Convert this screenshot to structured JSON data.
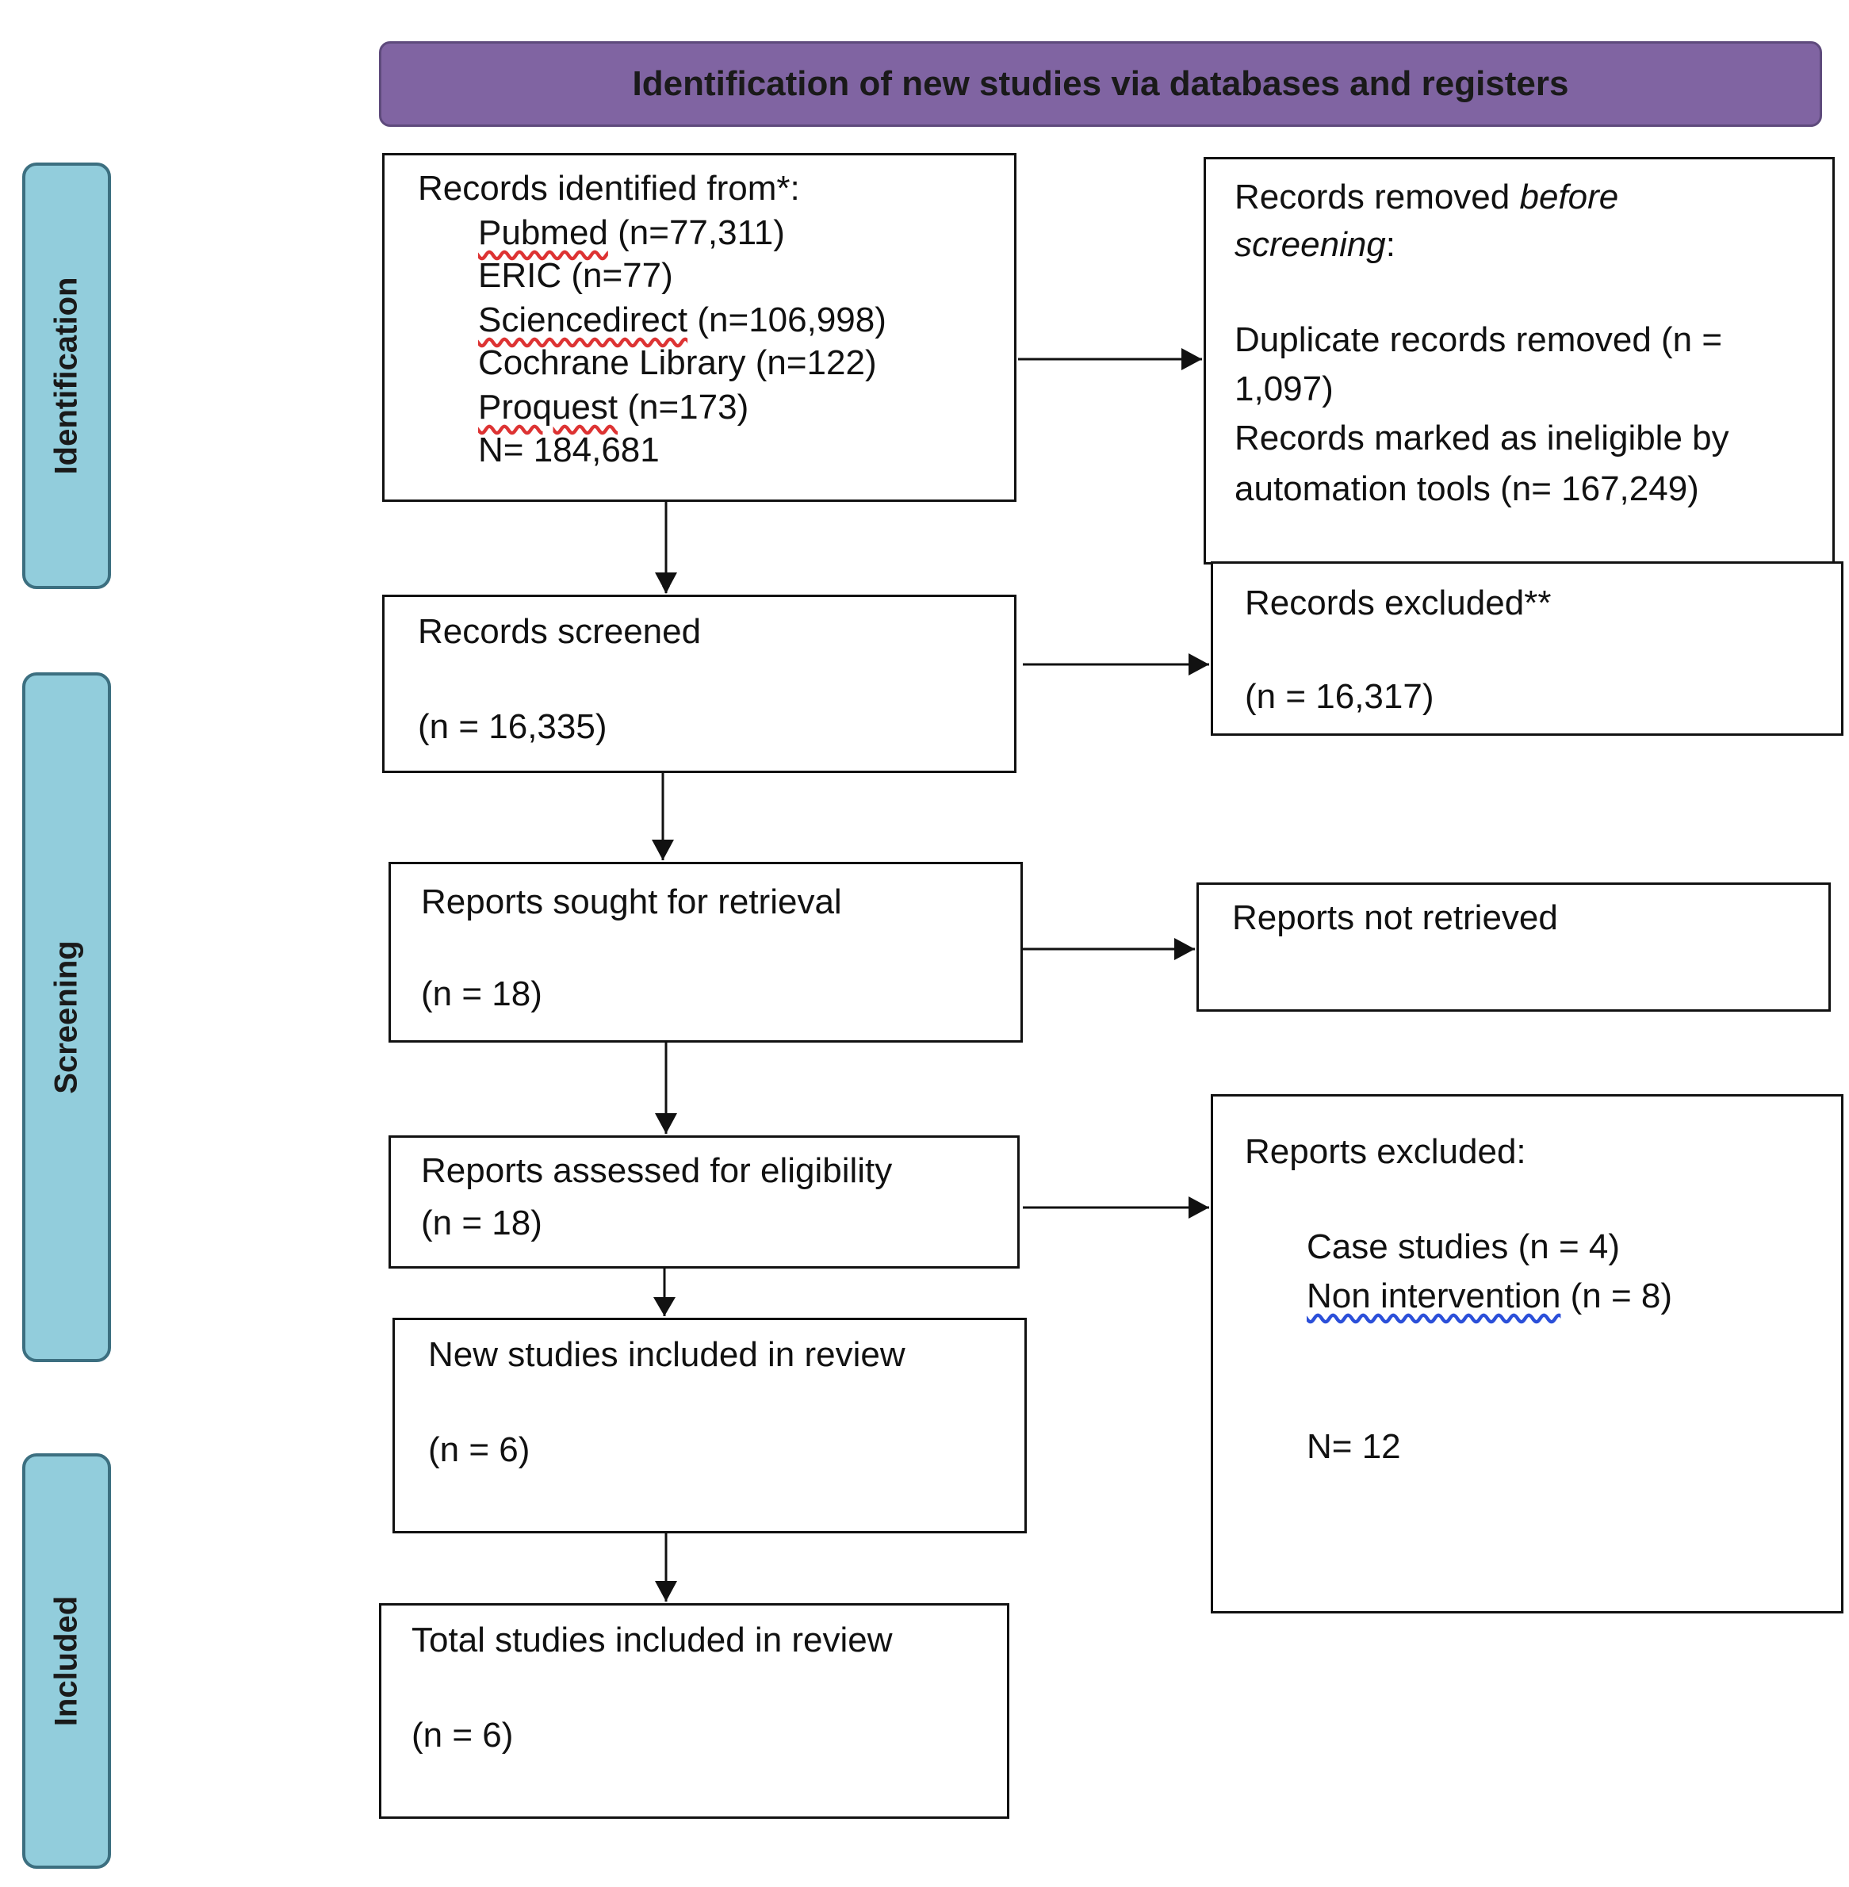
{
  "banner": "Identification of new studies via databases and registers",
  "phases": {
    "identification": "Identification",
    "screening": "Screening",
    "included": "Included"
  },
  "records_identified": {
    "heading": "Records identified from*:",
    "sources": [
      {
        "name": "Pubmed",
        "count": "(n=77,311)"
      },
      {
        "name": "ERIC",
        "count": "(n=77)"
      },
      {
        "name": "Sciencedirect",
        "count": "(n=106,998)"
      },
      {
        "name": "Cochrane Library",
        "count": "(n=122)"
      },
      {
        "name": "Proquest",
        "count": "(n=173)"
      }
    ],
    "total": "N= 184,681"
  },
  "records_removed": {
    "heading_a": "Records removed ",
    "heading_b": "before",
    "heading_c": "screening",
    "heading_d": ":",
    "duplicates_a": "Duplicate records removed (n =",
    "duplicates_b": "1,097)",
    "ineligible_a": "Records marked as ineligible by",
    "ineligible_b": "automation tools (n= 167,249)"
  },
  "records_screened": {
    "label": "Records screened",
    "count": "(n = 16,335)"
  },
  "records_excluded": {
    "label": "Records excluded**",
    "count": "(n = 16,317)"
  },
  "reports_sought": {
    "label": "Reports sought for retrieval",
    "count": "(n = 18)"
  },
  "reports_not_retrieved": {
    "label": "Reports not retrieved"
  },
  "reports_assessed": {
    "label": "Reports assessed for eligibility",
    "count": "(n = 18)"
  },
  "reports_excluded": {
    "label": "Reports excluded:",
    "reasons": [
      {
        "name": "Case studies",
        "count": "(n = 4)"
      },
      {
        "name": "Non intervention",
        "count": "(n = 8)"
      }
    ],
    "total": "N= 12"
  },
  "new_studies": {
    "label": "New studies included in review",
    "count": "(n = 6)"
  },
  "total_studies": {
    "label": "Total studies included in review",
    "count": "(n = 6)"
  }
}
